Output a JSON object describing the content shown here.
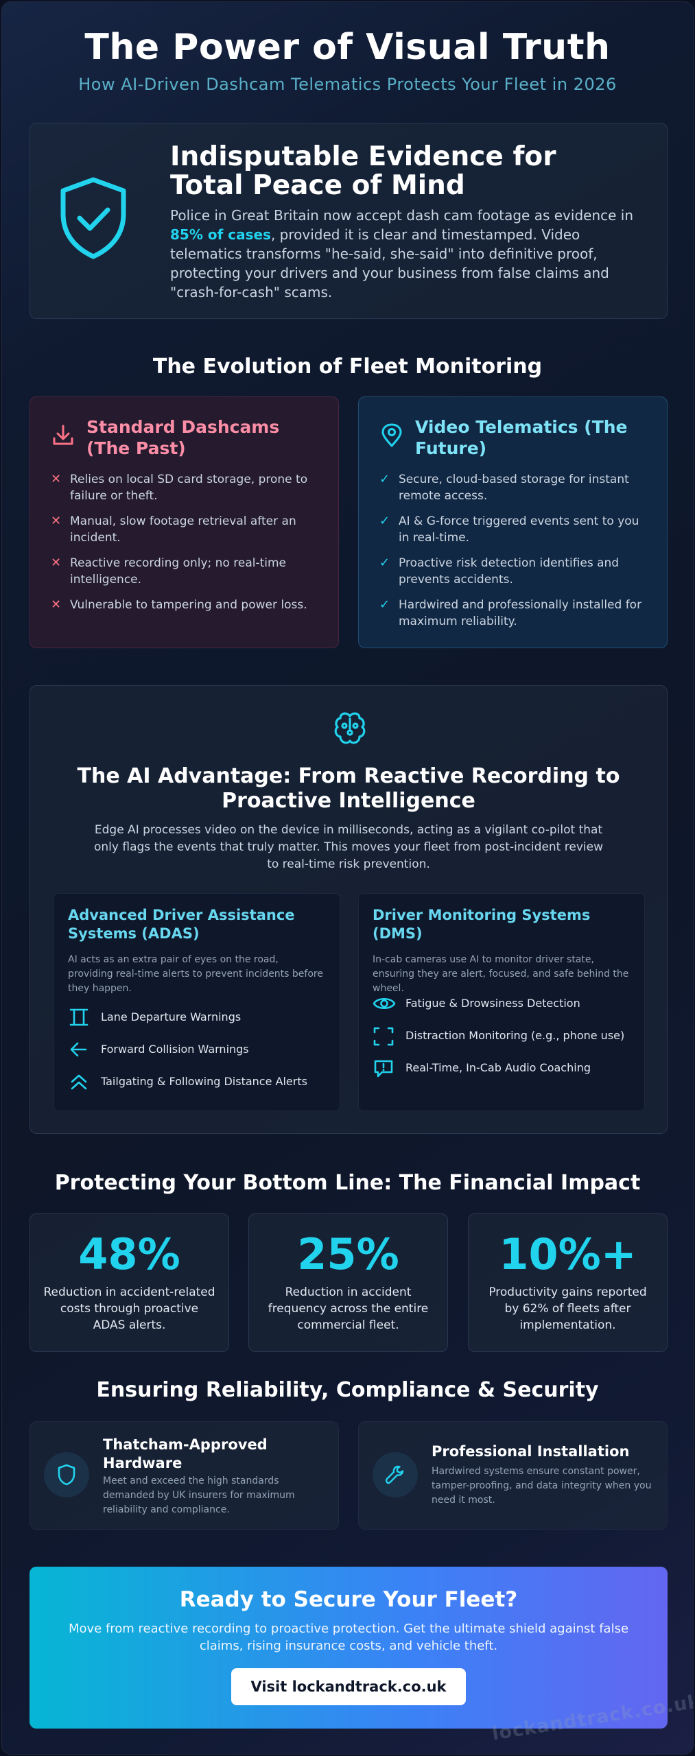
{
  "header": {
    "title": "The Power of Visual Truth",
    "subtitle": "How AI-Driven Dashcam Telematics Protects Your Fleet in 2026"
  },
  "hero": {
    "icon": "shield-check-icon",
    "title_line1": "Indisputable Evidence for",
    "title_line2": "Total Peace of Mind",
    "text_before": "Police in Great Britain now accept dash cam footage as evidence in",
    "text_highlight": "85% of cases",
    "text_after": ", provided it is clear and timestamped. Video telematics transforms \"he-said, she-said\" into definitive proof, protecting your drivers and your business from false claims and \"crash-for-cash\" scams."
  },
  "evolution": {
    "title": "The Evolution of Fleet Monitoring",
    "past": {
      "icon": "download-icon",
      "title_line1": "Standard Dashcams",
      "title_line2": "(The Past)",
      "items": [
        "Relies on local SD card storage, prone to failure or theft.",
        "Manual, slow footage retrieval after an incident.",
        "Reactive recording only; no real-time intelligence.",
        "Vulnerable to tampering and power loss."
      ]
    },
    "future": {
      "icon": "location-pin-icon",
      "title_line1": "Video Telematics (The",
      "title_line2": "Future)",
      "items": [
        "Secure, cloud-based storage for instant remote access.",
        "AI & G-force triggered events sent to you in real-time.",
        "Proactive risk detection identifies and prevents accidents.",
        "Hardwired and professionally installed for maximum reliability."
      ]
    }
  },
  "ai": {
    "icon": "brain-icon",
    "title_line1": "The AI Advantage: From Reactive Recording to",
    "title_line2": "Proactive Intelligence",
    "text": "Edge AI processes video on the device in milliseconds, acting as a vigilant co-pilot that only flags the events that truly matter. This moves your fleet from post-incident review to real-time risk prevention.",
    "adas": {
      "title_line1": "Advanced Driver Assistance",
      "title_line2": "Systems (ADAS)",
      "text": "AI acts as an extra pair of eyes on the road, providing real-time alerts to prevent incidents before they happen.",
      "features": [
        {
          "icon": "lane-icon",
          "label": "Lane Departure Warnings"
        },
        {
          "icon": "arrow-left-icon",
          "label": "Forward Collision Warnings"
        },
        {
          "icon": "chevrons-up-icon",
          "label": "Tailgating & Following Distance Alerts"
        }
      ]
    },
    "dms": {
      "title_line1": "Driver Monitoring Systems",
      "title_line2": "(DMS)",
      "text": "In-cab cameras use AI to monitor driver state, ensuring they are alert, focused, and safe behind the wheel.",
      "features": [
        {
          "icon": "eye-icon",
          "label": "Fatigue & Drowsiness Detection"
        },
        {
          "icon": "focus-frame-icon",
          "label": "Distraction Monitoring (e.g., phone use)"
        },
        {
          "icon": "message-alert-icon",
          "label": "Real-Time, In-Cab Audio Coaching"
        }
      ]
    }
  },
  "financial": {
    "title": "Protecting Your Bottom Line: The Financial Impact",
    "stats": [
      {
        "value": "48%",
        "desc": "Reduction in accident-related costs through proactive ADAS alerts."
      },
      {
        "value": "25%",
        "desc": "Reduction in accident frequency across the entire commercial fleet."
      },
      {
        "value": "10%+",
        "desc": "Productivity gains reported by 62% of fleets after implementation."
      }
    ]
  },
  "reliability": {
    "title": "Ensuring Reliability, Compliance & Security",
    "items": [
      {
        "icon": "shield-icon",
        "title_line1": "Thatcham-Approved",
        "title_line2": "Hardware",
        "text": "Meet and exceed the high standards demanded by UK insurers for maximum reliability and compliance."
      },
      {
        "icon": "wrench-icon",
        "title_line1": "Professional Installation",
        "title_line2": "",
        "text": "Hardwired systems ensure constant power, tamper-proofing, and data integrity when you need it most."
      }
    ]
  },
  "cta": {
    "title": "Ready to Secure Your Fleet?",
    "text": "Move from reactive recording to proactive protection. Get the ultimate shield against false claims, rising insurance costs, and vehicle theft.",
    "button": "Visit lockandtrack.co.uk"
  },
  "watermark": "lockandtrack.co.uk",
  "colors": {
    "accent": "#22d3ee",
    "past": "#fb8ea6",
    "background": "#0f172a"
  }
}
